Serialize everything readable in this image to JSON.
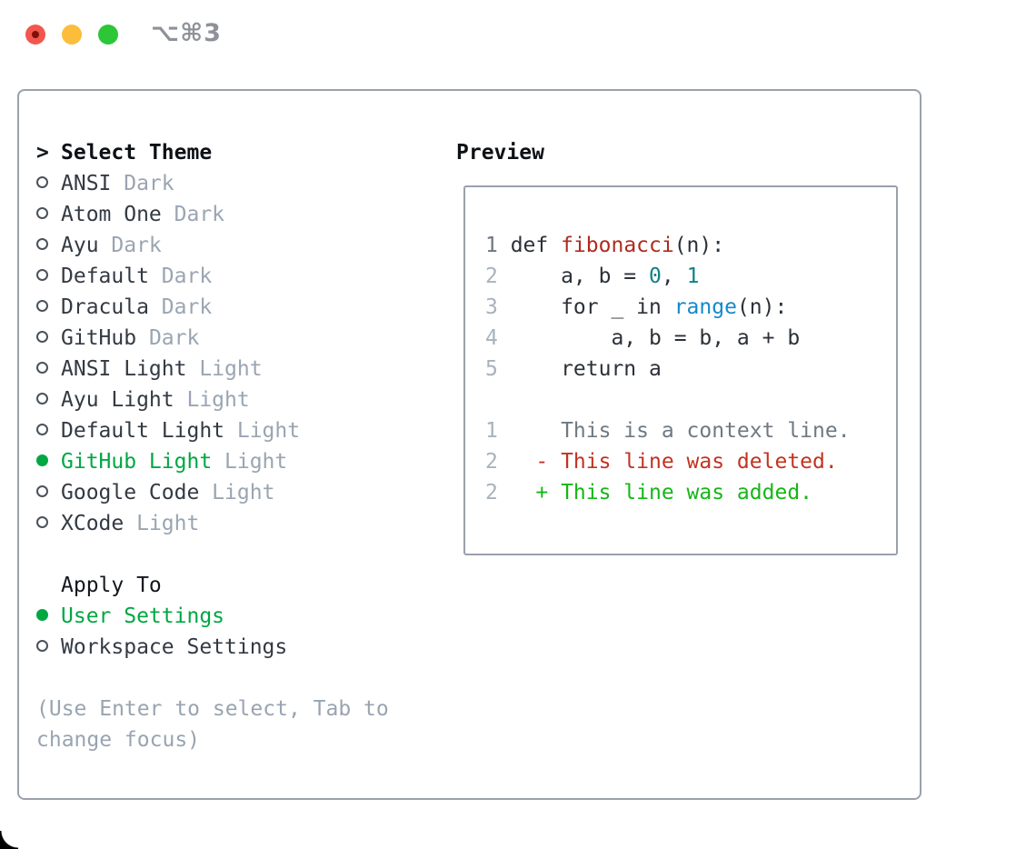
{
  "titlebar": {
    "shortcut": "⌥⌘3"
  },
  "colors": {
    "selected_green": "#00a742",
    "added_green": "#16b616",
    "deleted_red": "#c23321",
    "function_red": "#ae2b1e",
    "builtin_blue": "#1489cc",
    "number_teal": "#0f7f89",
    "context_gray": "#6f7982",
    "muted_gray": "#9aa5b2",
    "border_gray": "#9aa1ac",
    "traffic_red": "#f2574d",
    "traffic_yellow": "#fcbd3d",
    "traffic_green": "#2cc637"
  },
  "select_theme": {
    "prefix": ">",
    "title": "Select Theme",
    "themes": [
      {
        "name": "ANSI",
        "variant": "Dark",
        "selected": false
      },
      {
        "name": "Atom One",
        "variant": "Dark",
        "selected": false
      },
      {
        "name": "Ayu",
        "variant": "Dark",
        "selected": false
      },
      {
        "name": "Default",
        "variant": "Dark",
        "selected": false
      },
      {
        "name": "Dracula",
        "variant": "Dark",
        "selected": false
      },
      {
        "name": "GitHub",
        "variant": "Dark",
        "selected": false
      },
      {
        "name": "ANSI Light",
        "variant": "Light",
        "selected": false
      },
      {
        "name": "Ayu Light",
        "variant": "Light",
        "selected": false
      },
      {
        "name": "Default Light",
        "variant": "Light",
        "selected": false
      },
      {
        "name": "GitHub Light",
        "variant": "Light",
        "selected": true
      },
      {
        "name": "Google Code",
        "variant": "Light",
        "selected": false
      },
      {
        "name": "XCode",
        "variant": "Light",
        "selected": false
      }
    ]
  },
  "apply_to": {
    "title": "Apply To",
    "options": [
      {
        "name": "User Settings",
        "selected": true
      },
      {
        "name": "Workspace Settings",
        "selected": false
      }
    ]
  },
  "hint_lines": [
    "(Use Enter to select, Tab to",
    "change focus)"
  ],
  "preview": {
    "title": "Preview",
    "lines": [
      {
        "num": "1",
        "num_dark": true,
        "tokens": [
          {
            "t": "def ",
            "c": "text"
          },
          {
            "t": "fibonacci",
            "c": "func"
          },
          {
            "t": "(n):",
            "c": "text"
          }
        ]
      },
      {
        "num": "2",
        "num_dark": false,
        "tokens": [
          {
            "t": "    a, b = ",
            "c": "text"
          },
          {
            "t": "0",
            "c": "num"
          },
          {
            "t": ", ",
            "c": "text"
          },
          {
            "t": "1",
            "c": "num"
          }
        ]
      },
      {
        "num": "3",
        "num_dark": false,
        "tokens": [
          {
            "t": "    for _ in ",
            "c": "text"
          },
          {
            "t": "range",
            "c": "builtin"
          },
          {
            "t": "(n):",
            "c": "text"
          }
        ]
      },
      {
        "num": "4",
        "num_dark": false,
        "tokens": [
          {
            "t": "        a, b = b, a + b",
            "c": "text"
          }
        ]
      },
      {
        "num": "5",
        "num_dark": false,
        "tokens": [
          {
            "t": "    return a",
            "c": "text"
          }
        ]
      },
      {
        "num": "",
        "num_dark": false,
        "tokens": []
      },
      {
        "num": "1",
        "num_dark": false,
        "tokens": [
          {
            "t": "    This is a context line.",
            "c": "context"
          }
        ]
      },
      {
        "num": "2",
        "num_dark": false,
        "tokens": [
          {
            "t": "  - This line was deleted.",
            "c": "deleted"
          }
        ]
      },
      {
        "num": "2",
        "num_dark": false,
        "tokens": [
          {
            "t": "  + This line was added.",
            "c": "added"
          }
        ]
      }
    ]
  }
}
